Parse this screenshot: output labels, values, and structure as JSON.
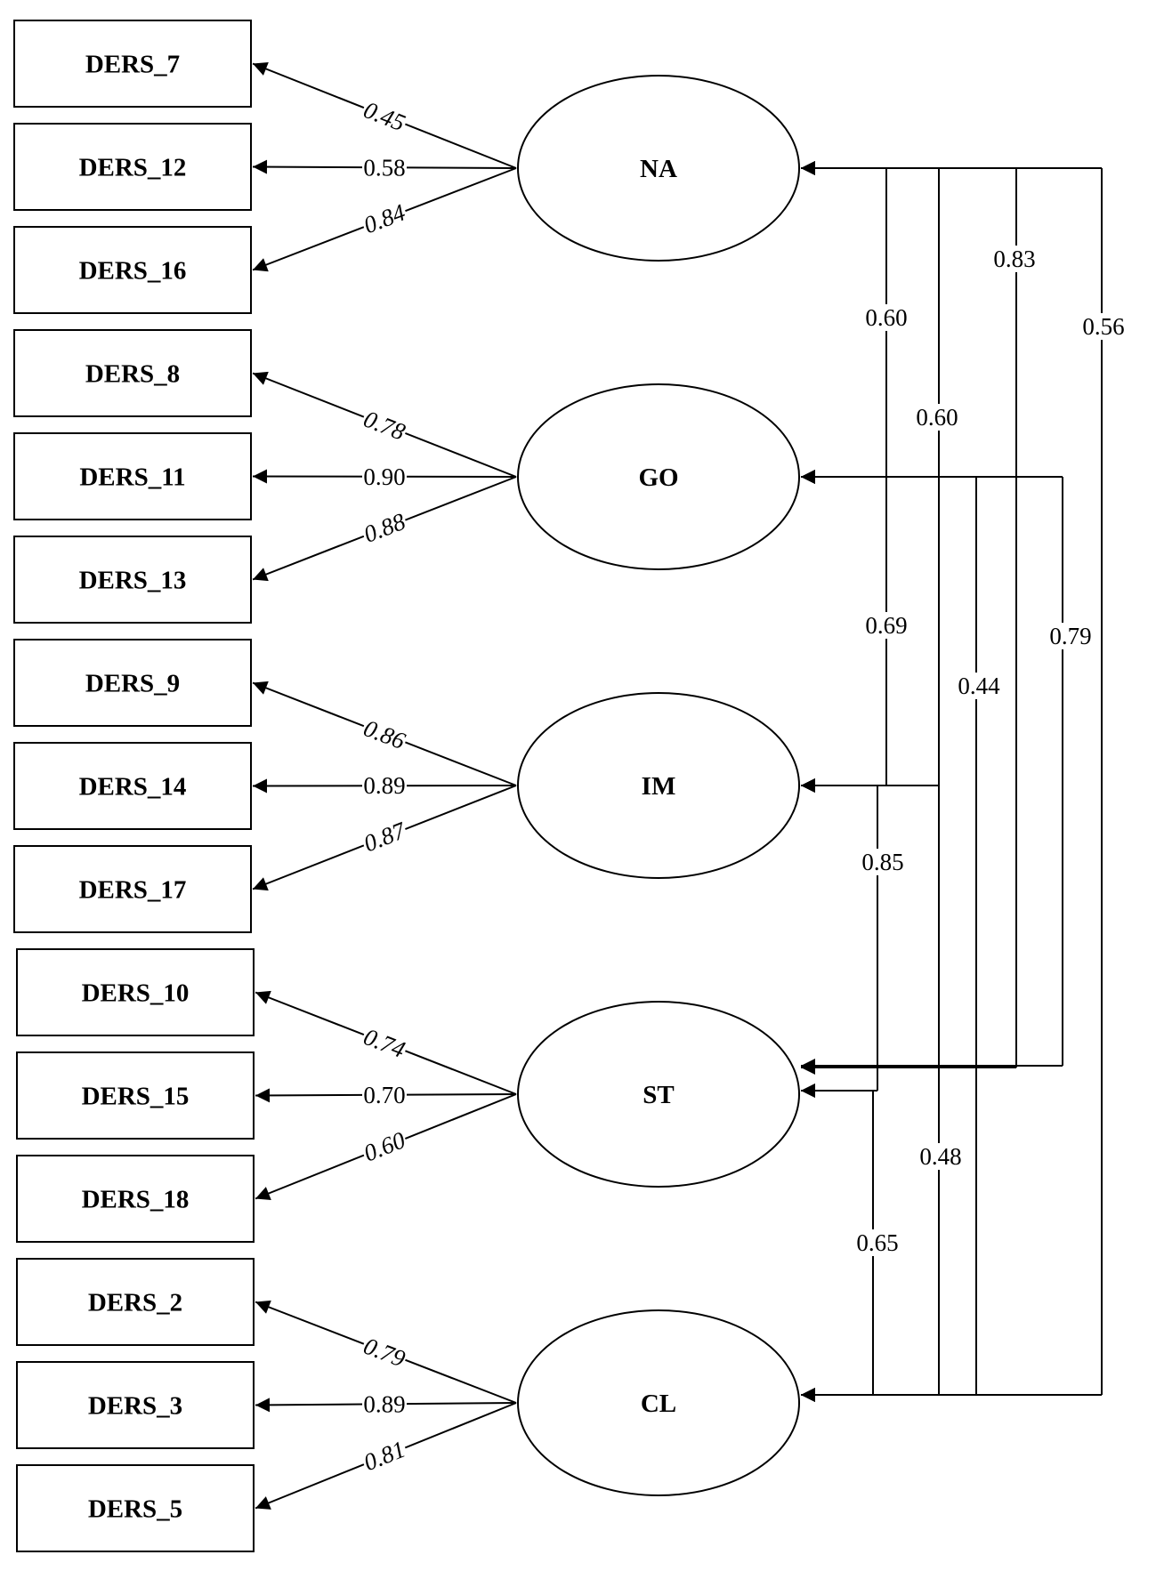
{
  "colors": {
    "stroke": "#000000",
    "background": "#ffffff"
  },
  "factors": [
    {
      "id": "NA",
      "label": "NA",
      "indicators": [
        {
          "label": "DERS_7",
          "loading": "0.45"
        },
        {
          "label": "DERS_12",
          "loading": "0.58"
        },
        {
          "label": "DERS_16",
          "loading": "0.84"
        }
      ]
    },
    {
      "id": "GO",
      "label": "GO",
      "indicators": [
        {
          "label": "DERS_8",
          "loading": "0.78"
        },
        {
          "label": "DERS_11",
          "loading": "0.90"
        },
        {
          "label": "DERS_13",
          "loading": "0.88"
        }
      ]
    },
    {
      "id": "IM",
      "label": "IM",
      "indicators": [
        {
          "label": "DERS_9",
          "loading": "0.86"
        },
        {
          "label": "DERS_14",
          "loading": "0.89"
        },
        {
          "label": "DERS_17",
          "loading": "0.87"
        }
      ]
    },
    {
      "id": "ST",
      "label": "ST",
      "indicators": [
        {
          "label": "DERS_10",
          "loading": "0.74"
        },
        {
          "label": "DERS_15",
          "loading": "0.70"
        },
        {
          "label": "DERS_18",
          "loading": "0.60"
        }
      ]
    },
    {
      "id": "CL",
      "label": "CL",
      "indicators": [
        {
          "label": "DERS_2",
          "loading": "0.79"
        },
        {
          "label": "DERS_3",
          "loading": "0.89"
        },
        {
          "label": "DERS_5",
          "loading": "0.81"
        }
      ]
    }
  ],
  "correlations": [
    {
      "between": [
        "NA",
        "GO"
      ],
      "value": "0.60"
    },
    {
      "between": [
        "NA",
        "IM"
      ],
      "value": "0.60"
    },
    {
      "between": [
        "NA",
        "ST"
      ],
      "value": "0.83"
    },
    {
      "between": [
        "NA",
        "CL"
      ],
      "value": "0.56"
    },
    {
      "between": [
        "GO",
        "IM"
      ],
      "value": "0.69"
    },
    {
      "between": [
        "GO",
        "ST"
      ],
      "value": "0.79"
    },
    {
      "between": [
        "GO",
        "CL"
      ],
      "value": "0.44"
    },
    {
      "between": [
        "IM",
        "ST"
      ],
      "value": "0.85"
    },
    {
      "between": [
        "IM",
        "CL"
      ],
      "value": "0.48"
    },
    {
      "between": [
        "ST",
        "CL"
      ],
      "value": "0.65"
    }
  ]
}
